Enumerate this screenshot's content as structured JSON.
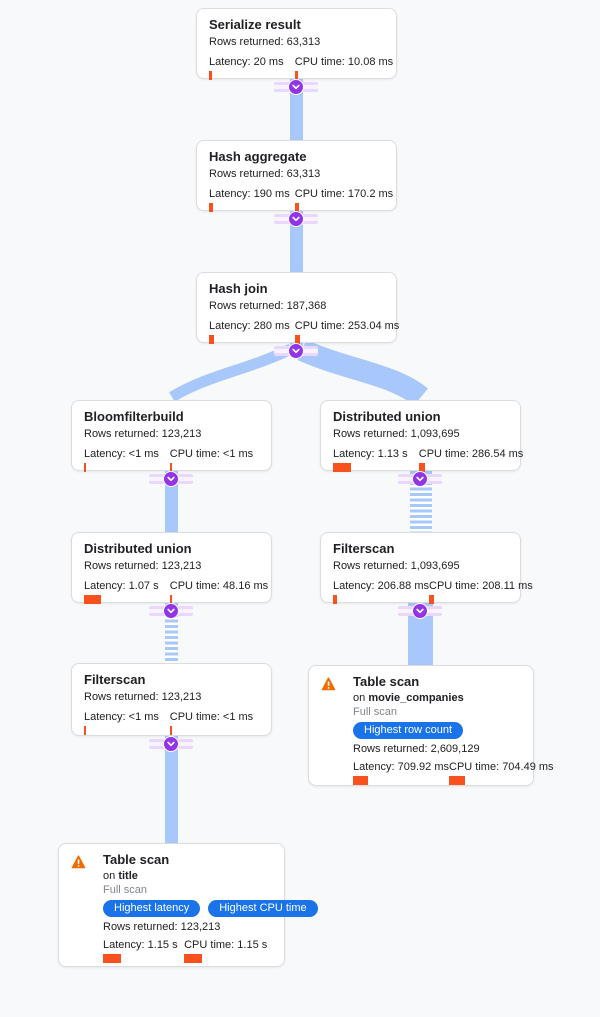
{
  "colors": {
    "bg": "#f8f9fa",
    "band": "#a8c7fa",
    "dot": "#9334e6",
    "bar": "#f9511e",
    "badge": "#1a73e8",
    "warning": "#ef6c00",
    "border": "#dadce0",
    "text": "#202124",
    "muted": "#80868b"
  },
  "nodes": [
    {
      "title": "Serialize result",
      "rows": "Rows returned: 63,313",
      "latency": "Latency: 20 ms",
      "cpu": "CPU time: 10.08 ms",
      "latency_bar": 3,
      "cpu_bar": 3
    },
    {
      "title": "Hash aggregate",
      "rows": "Rows returned: 63,313",
      "latency": "Latency: 190 ms",
      "cpu": "CPU time: 170.2 ms",
      "latency_bar": 4,
      "cpu_bar": 4
    },
    {
      "title": "Hash join",
      "rows": "Rows returned: 187,368",
      "latency": "Latency: 280 ms",
      "cpu": "CPU time: 253.04 ms",
      "latency_bar": 5,
      "cpu_bar": 5
    },
    {
      "title": "Bloomfilterbuild",
      "rows": "Rows returned: 123,213",
      "latency": "Latency: <1 ms",
      "cpu": "CPU time: <1 ms",
      "latency_bar": 2,
      "cpu_bar": 2
    },
    {
      "title": "Distributed union",
      "rows": "Rows returned: 1,093,695",
      "latency": "Latency: 1.13 s",
      "cpu": "CPU time: 286.54 ms",
      "latency_bar": 18,
      "cpu_bar": 6
    },
    {
      "title": "Distributed union",
      "rows": "Rows returned: 123,213",
      "latency": "Latency: 1.07 s",
      "cpu": "CPU time: 48.16 ms",
      "latency_bar": 17,
      "cpu_bar": 2
    },
    {
      "title": "Filterscan",
      "rows": "Rows returned: 1,093,695",
      "latency": "Latency: 206.88 ms",
      "cpu": "CPU time: 208.11 ms",
      "latency_bar": 4,
      "cpu_bar": 5
    },
    {
      "title": "Filterscan",
      "rows": "Rows returned: 123,213",
      "latency": "Latency: <1 ms",
      "cpu": "CPU time: <1 ms",
      "latency_bar": 2,
      "cpu_bar": 2
    },
    {
      "title": "Table scan",
      "on_prefix": "on",
      "table": "movie_companies",
      "scan_type": "Full scan",
      "badges": [
        "Highest row count"
      ],
      "rows": "Rows returned: 2,609,129",
      "latency": "Latency: 709.92 ms",
      "cpu": "CPU time: 704.49 ms",
      "latency_bar": 15,
      "cpu_bar": 16
    },
    {
      "title": "Table scan",
      "on_prefix": "on",
      "table": "title",
      "scan_type": "Full scan",
      "badges": [
        "Highest latency",
        "Highest CPU time"
      ],
      "rows": "Rows returned: 123,213",
      "latency": "Latency: 1.15 s",
      "cpu": "CPU time: 1.15 s",
      "latency_bar": 18,
      "cpu_bar": 18
    }
  ]
}
